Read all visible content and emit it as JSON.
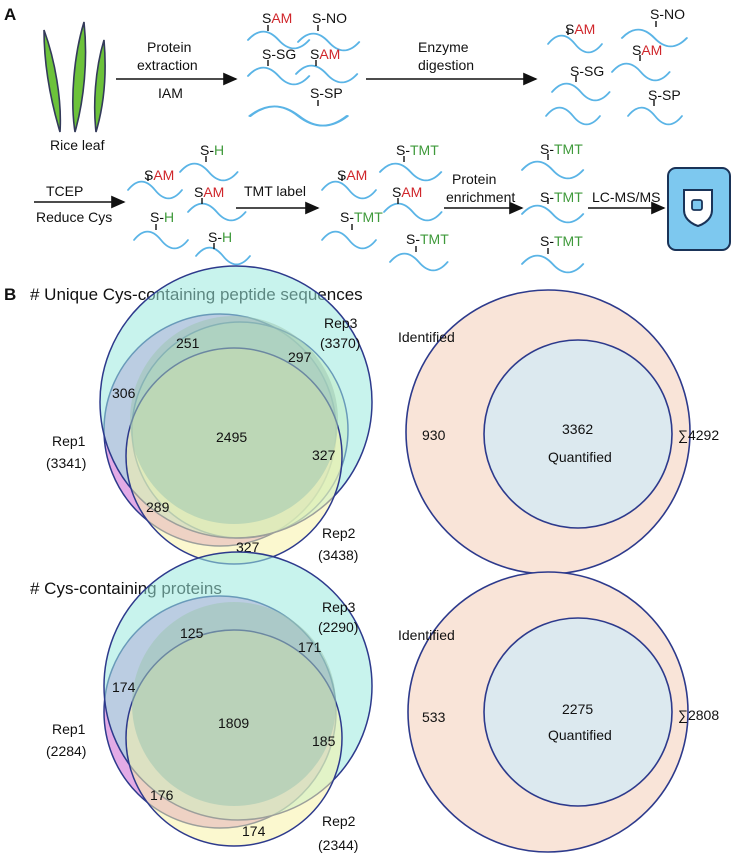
{
  "panel_a": {
    "label": "A",
    "source": "Rice leaf",
    "step1": {
      "line1": "Protein",
      "line2": "extraction",
      "line3": "IAM"
    },
    "step2": {
      "line1": "Enzyme",
      "line2": "digestion"
    },
    "step3": {
      "line1": "TCEP",
      "line2": "Reduce Cys"
    },
    "step4": {
      "line1": "TMT label"
    },
    "step5": {
      "line1": "Protein",
      "line2": "enrichment"
    },
    "step6": {
      "line1": "LC-MS/MS"
    },
    "tags": {
      "s": "S",
      "am": "AM",
      "sh": "S-",
      "h": "H",
      "sno": "S-NO",
      "ssg": "S-SG",
      "ssp": "S-SP",
      "tmt": "TMT"
    }
  },
  "panel_b": {
    "label": "B",
    "venn1": {
      "title": "# Unique Cys-containing peptide sequences",
      "rep1": {
        "name": "Rep1",
        "count": "(3341)"
      },
      "rep2": {
        "name": "Rep2",
        "count": "(3438)"
      },
      "rep3": {
        "name": "Rep3",
        "count": "(3370)"
      },
      "only1": "306",
      "r1r3": "251",
      "only3": "297",
      "center": "2495",
      "r2r3": "327",
      "r1r2": "289",
      "only2": "327"
    },
    "nest1": {
      "identified": "Identified",
      "outer": "930",
      "inner": "3362",
      "quantified": "Quantified",
      "total": "∑4292"
    },
    "venn2": {
      "title": "# Cys-containing proteins",
      "rep1": {
        "name": "Rep1",
        "count": "(2284)"
      },
      "rep2": {
        "name": "Rep2",
        "count": "(2344)"
      },
      "rep3": {
        "name": "Rep3",
        "count": "(2290)"
      },
      "only1": "174",
      "r1r3": "125",
      "only3": "171",
      "center": "1809",
      "r2r3": "185",
      "r1r2": "176",
      "only2": "174"
    },
    "nest2": {
      "identified": "Identified",
      "outer": "533",
      "inner": "2275",
      "quantified": "Quantified",
      "total": "∑2808"
    }
  },
  "colors": {
    "peptide_wave": "#5ab4e6",
    "leaf": "#6cc23a",
    "rep1": "#d98fde",
    "rep2": "#f7f3a8",
    "rep3": "#9beadf",
    "center": "#9fc7b2",
    "identified": "#f9e4d8",
    "quantified": "#dce9ef",
    "circle_stroke": "#2d3a8c",
    "red_label": "#d0262b",
    "green_label": "#3f9a3b"
  }
}
